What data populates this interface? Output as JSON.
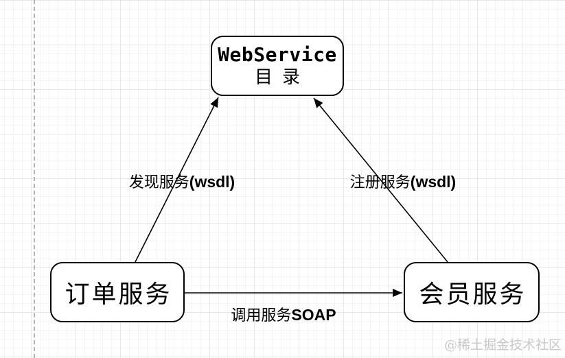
{
  "nodes": {
    "directory": {
      "line1": "WebService",
      "line2": "目录"
    },
    "order": {
      "label": "订单服务"
    },
    "member": {
      "label": "会员服务"
    }
  },
  "edges": {
    "discover": {
      "text_cn": "发现服务",
      "text_suffix": "(wsdl)",
      "from": "order",
      "to": "directory"
    },
    "register": {
      "text_cn": "注册服务",
      "text_suffix": "(wsdl)",
      "from": "member",
      "to": "directory"
    },
    "invoke": {
      "text_cn": "调用服务",
      "text_suffix": "SOAP",
      "from": "order",
      "to": "member"
    }
  },
  "watermark": "@稀土掘金技术社区",
  "colors": {
    "stroke": "#000000",
    "node_fill": "#ffffff",
    "grid_minor": "#f4f4f4",
    "grid_major": "#e7e7e7",
    "guide_dash": "#b3b3b3",
    "watermark": "#c8c8c8"
  }
}
